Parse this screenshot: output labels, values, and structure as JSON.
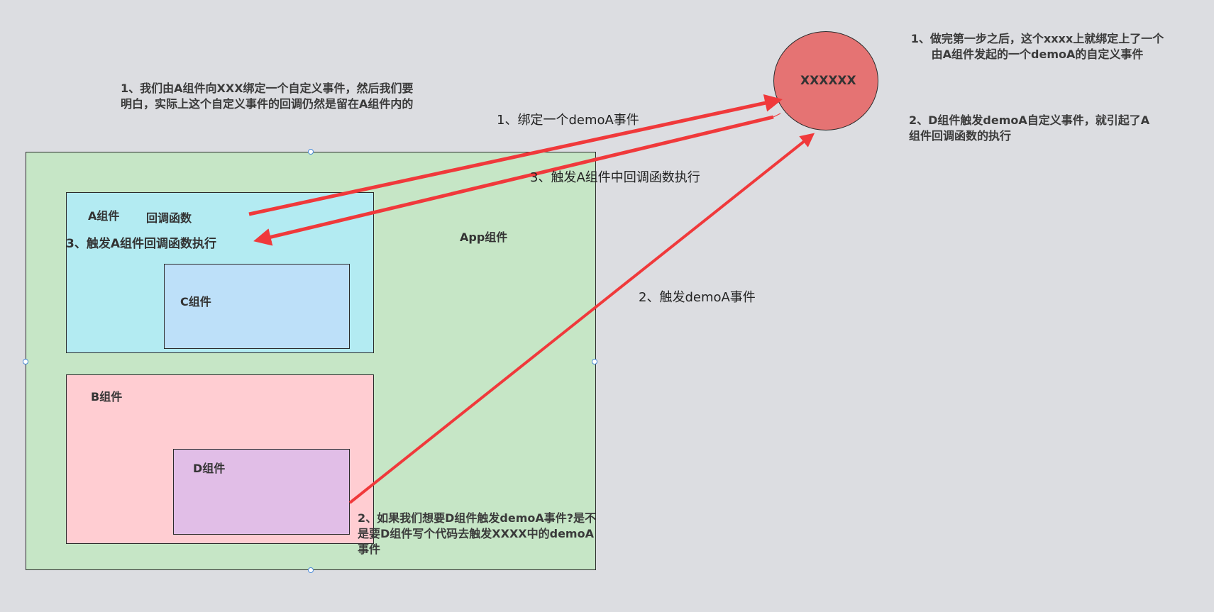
{
  "diagram": {
    "app_label": "App组件",
    "a_label": "A组件",
    "a_callback_label": "回调函数",
    "a_trigger_label": "3、触发A组件回调函数执行",
    "c_label": "C组件",
    "b_label": "B组件",
    "d_label": "D组件",
    "xxx_label": "XXXXXX",
    "note_top_left": "1、我们由A组件向XXX绑定一个自定义事件，然后我们要明白，实际上这个自定义事件的回调仍然是留在A组件内的",
    "note_bottom": "2、如果我们想要D组件触发demoA事件?是不是要D组件写个代码去触发XXXX中的demoA事件",
    "note_right_1": "1、做完第一步之后，这个xxxx上就绑定上了一个由A组件发起的一个demoA的自定义事件",
    "note_right_2": "2、D组件触发demoA自定义事件，就引起了A组件回调函数的执行",
    "arrow_bind": "1、绑定一个demoA事件",
    "arrow_fire": "2、触发demoA事件",
    "arrow_exec": "3、触发A组件中回调函数执行"
  },
  "colors": {
    "background": "#dcdde1",
    "app": "#c6e6c6",
    "a": "#b3ebf2",
    "c": "#bde0f9",
    "b": "#ffcdd2",
    "d": "#e1bee7",
    "circle": "#e57373",
    "arrow": "#f0393b"
  }
}
